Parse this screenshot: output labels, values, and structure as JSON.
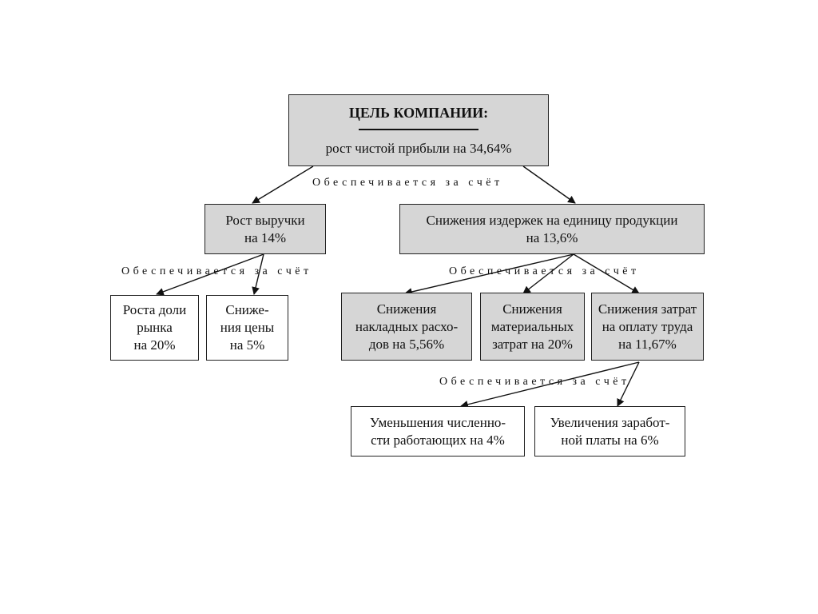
{
  "root": {
    "title": "ЦЕЛЬ КОМПАНИИ:",
    "goal": "рост чистой прибыли на 34,64%"
  },
  "level1": {
    "revenue": [
      "Рост выручки",
      "на 14%"
    ],
    "costs": [
      "Снижения издержек на единицу продукции",
      "на 13,6%"
    ]
  },
  "level2": {
    "market_share": [
      "Роста доли",
      "рынка",
      "на 20%"
    ],
    "price_cut": [
      "Сниже-",
      "ния цены",
      "на 5%"
    ],
    "overhead": [
      "Снижения",
      "накладных расхо-",
      "дов на 5,56%"
    ],
    "materials": [
      "Снижения",
      "материальных",
      "затрат на 20%"
    ],
    "labor": [
      "Снижения затрат",
      "на оплату труда",
      "на 11,67%"
    ]
  },
  "level3": {
    "headcount": [
      "Уменьшения численно-",
      "сти работающих на 4%"
    ],
    "wages": [
      "Увеличения заработ-",
      "ной платы на 6%"
    ]
  },
  "connector_label": "Обеспечивается за счёт"
}
